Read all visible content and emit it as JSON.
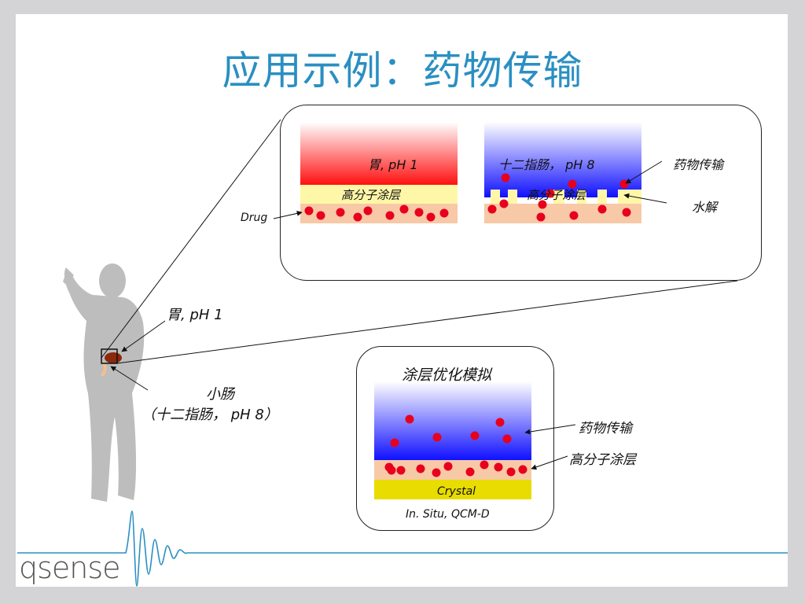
{
  "slide": {
    "title": "应用示例：药物传输"
  },
  "top_panel": {
    "stomach_label": "胃, pH 1",
    "stomach_coating_label": "高分子涂层",
    "drug_label": "Drug",
    "duodenum_label": "十二指肠，  pH 8",
    "duodenum_coating_label": "高分子涂层",
    "drug_delivery_label": "药物传输",
    "hydrolysis_label": "水解"
  },
  "body_figure": {
    "stomach_label": "胃, pH 1",
    "intestine_label_line1": "小肠",
    "intestine_label_line2": "（十二指肠，  pH 8）"
  },
  "bottom_panel": {
    "title": "涂层优化模拟",
    "drug_delivery_label": "药物传输",
    "coating_label": "高分子涂层",
    "crystal_label": "Crystal",
    "method_label": "In. Situ, QCM-D"
  },
  "logo": {
    "text": "qsense"
  },
  "colors": {
    "title": "#2a8fc2",
    "drug_dot": "#e8001c",
    "coating": "#fff7a8",
    "substrate": "#f7c9a6",
    "crystal": "#e8dc00",
    "silhouette": "#bdbdbd",
    "logo_line": "#2a8fc2"
  }
}
